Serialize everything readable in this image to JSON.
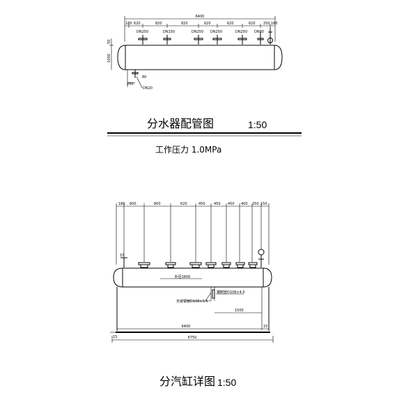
{
  "top_drawing": {
    "total_dim": "6400",
    "segment_dims": [
      "180",
      "620",
      "820",
      "820",
      "620",
      "620",
      "620",
      "250",
      "180"
    ],
    "nozzle_labels": [
      "DN250",
      "DN150",
      "DN250",
      "DN250",
      "DN250",
      "DN80"
    ],
    "height_dim": "1000",
    "flange_dim": "50",
    "drain_dim_a": "250",
    "drain_dim_b": "80",
    "drain_label": "DN20",
    "title": "分水器配管图",
    "scale": "1:50",
    "pressure": "工作压力 1.0MPa"
  },
  "bottom_drawing": {
    "segment_dims": [
      "180",
      "600",
      "800",
      "620",
      "450",
      "450",
      "450",
      "400",
      "250",
      "150"
    ],
    "body_label": "外径1600",
    "left_pipe_label": "无缝钢管D108×3.5",
    "right_pipe_label": "钢制管D108×4.5",
    "inner_dim": "1500",
    "length_dim": "6400",
    "total_dim": "6750",
    "left_small_dim": "15",
    "right_small_dim": "15",
    "title": "分汽缸详图",
    "scale": "1:50"
  }
}
